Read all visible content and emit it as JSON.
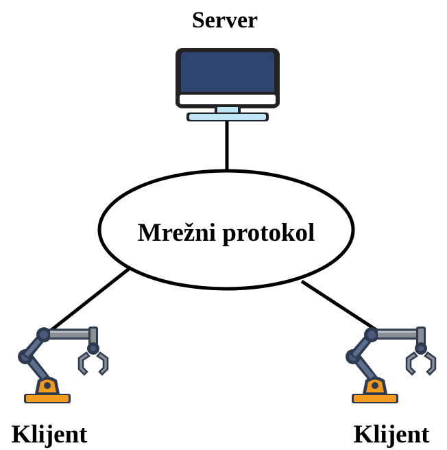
{
  "diagram": {
    "server_label": "Server",
    "protocol_label": "Mrežni protokol",
    "client_left_label": "Klijent",
    "client_right_label": "Klijent"
  },
  "colors": {
    "line": "#000000",
    "monitor_screen": "#2e4470",
    "monitor_frame": "#222222",
    "monitor_stand": "#bfe6f7",
    "robot_body": "#2d3a4f",
    "robot_joint": "#4a5a78",
    "robot_arm_gray": "#8a8f96",
    "robot_base": "#f29a1e"
  },
  "icons": {
    "server": "desktop-monitor-icon",
    "client": "robotic-arm-icon"
  }
}
